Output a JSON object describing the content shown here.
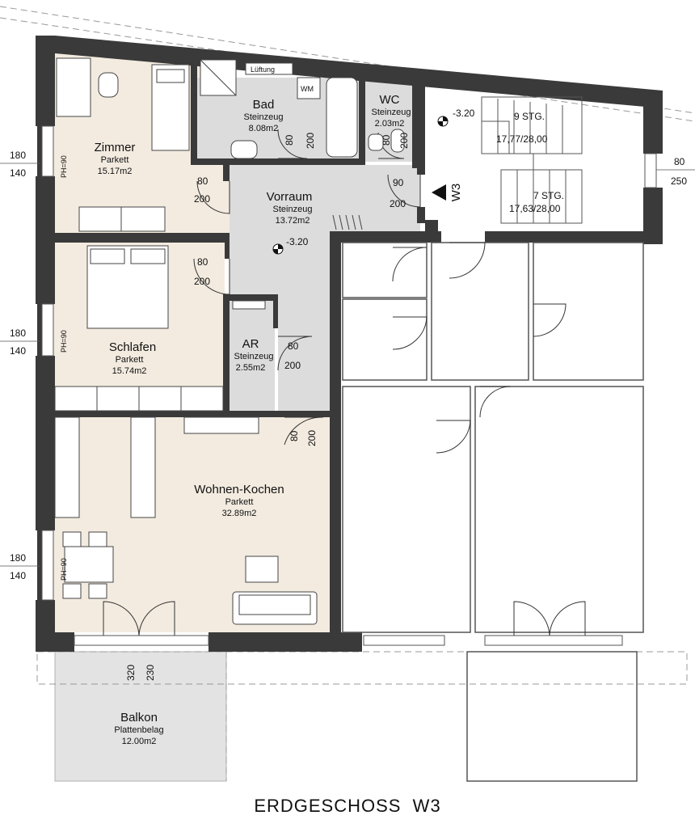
{
  "plan_title": "ERDGESCHOSS  W3",
  "unit_label": "W3",
  "colors": {
    "wall": "#3a3a3a",
    "parquet": "#f3ebe0",
    "tile": "#dcdcdc",
    "balcony": "#e3e3e3",
    "line": "#555555"
  },
  "rooms": {
    "zimmer": {
      "name": "Zimmer",
      "floor": "Parkett",
      "area": "15.17m2"
    },
    "bad": {
      "name": "Bad",
      "floor": "Steinzeug",
      "area": "8.08m2"
    },
    "wc": {
      "name": "WC",
      "floor": "Steinzeug",
      "area": "2.03m2"
    },
    "vorraum": {
      "name": "Vorraum",
      "floor": "Steinzeug",
      "area": "13.72m2"
    },
    "schlafen": {
      "name": "Schlafen",
      "floor": "Parkett",
      "area": "15.74m2"
    },
    "ar": {
      "name": "AR",
      "floor": "Steinzeug",
      "area": "2.55m2"
    },
    "wohnen": {
      "name": "Wohnen-Kochen",
      "floor": "Parkett",
      "area": "32.89m2"
    },
    "balkon": {
      "name": "Balkon",
      "floor": "Plattenbelag",
      "area": "12.00m2"
    }
  },
  "labels": {
    "lueftung": "Lüftung",
    "wm": "WM",
    "level_vorraum": "-3.20",
    "level_stair": "-3.20",
    "stairs_upper": "9 STG.",
    "stairs_upper_dim": "17,77/28,00",
    "stairs_lower": "7 STG.",
    "stairs_lower_dim": "17,63/28,00",
    "ph_zimmer": "PH=90",
    "ph_schlafen": "PH=90",
    "ph_wohnen": "PH=90"
  },
  "dims": {
    "zimmer_door_w": "80",
    "zimmer_door_h": "200",
    "bad_door_w": "80",
    "bad_door_h": "200",
    "wc_door_w": "80",
    "wc_door_h": "200",
    "entry_door_w": "90",
    "entry_door_h": "200",
    "schlafen_door_w": "80",
    "schlafen_door_h": "200",
    "ar_door_w": "80",
    "ar_door_h": "200",
    "wohnen_door_w": "80",
    "wohnen_door_h": "200",
    "balkon_door_w": "320",
    "balkon_door_h": "230",
    "win_zimmer_w": "180",
    "win_zimmer_h": "140",
    "win_schlafen_w": "180",
    "win_schlafen_h": "140",
    "win_wohnen_w": "180",
    "win_wohnen_h": "140",
    "win_stair_w": "80",
    "win_stair_h": "250"
  }
}
